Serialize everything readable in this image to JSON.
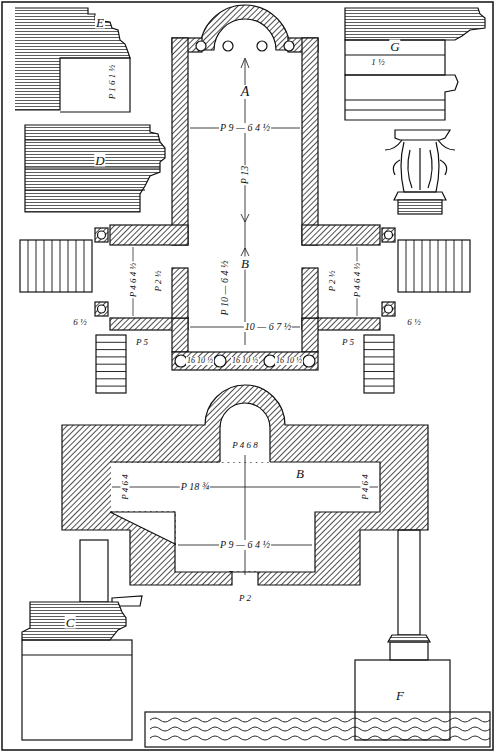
{
  "diagram": {
    "labels": [
      "E",
      "D",
      "G",
      "A",
      "P 13",
      "P 9 — 6 4 ½",
      "B",
      "P 10 — 6 4 ½",
      "10 — 6 7 ½",
      "P 4 6 4 ½",
      "P 4 6 4 ½",
      "P 2 ½",
      "P 2 ½",
      "P 5",
      "P 5",
      "6 ½",
      "6 ½",
      "16 10 ½",
      "16 10 ½",
      "16 10 ½",
      "P 1 6 1 ½",
      "1 ½",
      "B",
      "P 4 6 8",
      "P 18 ¾",
      "P 4 6 4",
      "P 4 6 4",
      "P 9 — 6 4 ½",
      "P 2",
      "C",
      "F"
    ]
  }
}
